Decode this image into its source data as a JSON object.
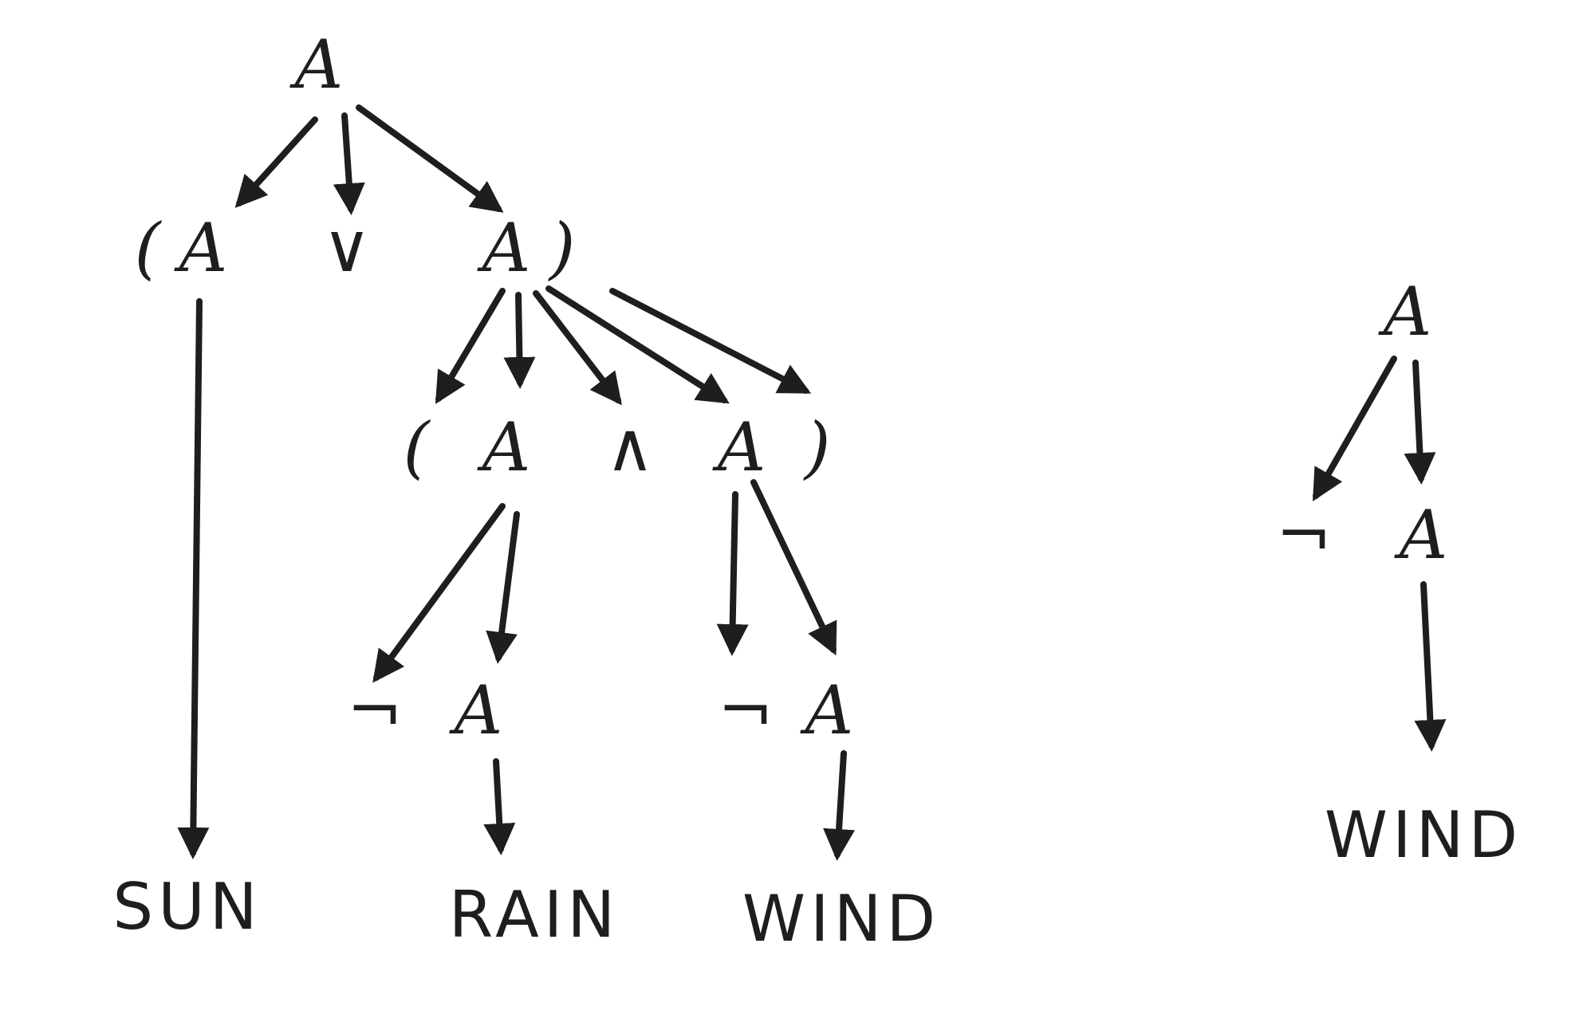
{
  "title": "Parse trees",
  "colors": {
    "ink": "#1e1e1e",
    "background": "#ffffff"
  },
  "trees": [
    {
      "name": "parse-tree-disjunction",
      "formula": "(SUN ∨ (¬RAIN ∧ ¬WIND))",
      "nodes": [
        {
          "id": "n0",
          "label": "A"
        },
        {
          "id": "n1",
          "label": "("
        },
        {
          "id": "n2",
          "label": "A"
        },
        {
          "id": "n3",
          "label": "∨"
        },
        {
          "id": "n4",
          "label": "A"
        },
        {
          "id": "n5",
          "label": ")"
        },
        {
          "id": "n6",
          "label": "("
        },
        {
          "id": "n7",
          "label": "A"
        },
        {
          "id": "n8",
          "label": "∧"
        },
        {
          "id": "n9",
          "label": "A"
        },
        {
          "id": "n10",
          "label": ")"
        },
        {
          "id": "n11",
          "label": "¬"
        },
        {
          "id": "n12",
          "label": "A"
        },
        {
          "id": "n13",
          "label": "¬"
        },
        {
          "id": "n14",
          "label": "A"
        },
        {
          "id": "n15",
          "label": "SUN"
        },
        {
          "id": "n16",
          "label": "RAIN"
        },
        {
          "id": "n17",
          "label": "WIND"
        }
      ]
    },
    {
      "name": "parse-tree-negation",
      "formula": "¬WIND",
      "nodes": [
        {
          "id": "m0",
          "label": "A"
        },
        {
          "id": "m1",
          "label": "¬"
        },
        {
          "id": "m2",
          "label": "A"
        },
        {
          "id": "m3",
          "label": "WIND"
        }
      ]
    }
  ]
}
